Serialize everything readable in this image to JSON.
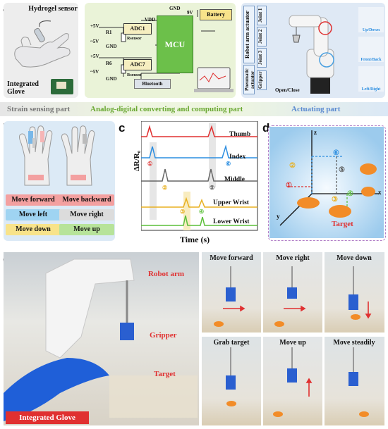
{
  "panel_a": {
    "label": "a",
    "sensor_label": "Hydrogel sensor",
    "glove_label": "Integrated Glove",
    "circuit": {
      "vdd": "VDD",
      "gnd": "GND",
      "v9": "9V",
      "battery": "Battery",
      "mcu": "MCU",
      "adc1": "ADC1",
      "adc2": "ADC7",
      "bluetooth": "Bluetooth",
      "plus5v": "+5V",
      "minus5v": "~5V",
      "r1": "R1",
      "r6": "R6",
      "rsensor": "Rsensor",
      "gnd1": "GND"
    },
    "actuator_main": "Robot arm actuator",
    "actuator_pneu": "Pneumatic actuator",
    "joints": [
      "Joint 1",
      "Joint 2",
      "Joint 3"
    ],
    "gripper": "Gripper",
    "open_close": "Open/Close",
    "arm_modes": [
      "Up/Down",
      "Front/Back",
      "Left/Right"
    ]
  },
  "section_bar": {
    "strain": "Strain sensing part",
    "adc": "Analog-digital converting and computing part",
    "act": "Actuating part"
  },
  "panel_b": {
    "label": "b",
    "moves": [
      {
        "text": "Move forward",
        "color": "#f3a0a0"
      },
      {
        "text": "Move backward",
        "color": "#f3a0a0"
      },
      {
        "text": "Move left",
        "color": "#9fd4f2"
      },
      {
        "text": "Move right",
        "color": "#dcdcdc"
      },
      {
        "text": "Move down",
        "color": "#f8e38a"
      },
      {
        "text": "Move up",
        "color": "#b7e39a"
      }
    ]
  },
  "panel_c": {
    "label": "c",
    "ylabel": "ΔR/R₀",
    "xlabel": "Time (s)",
    "traces": [
      "Thumb",
      "Index",
      "Middle",
      "Upper Wrist",
      "Lower Wrist"
    ],
    "trace_colors": [
      "#e03030",
      "#2a8de0",
      "#666666",
      "#e8b020",
      "#5cbf3a"
    ],
    "markers": [
      "①",
      "②",
      "③",
      "④",
      "⑤",
      "⑥"
    ]
  },
  "panel_d": {
    "label": "d",
    "axes": {
      "x": "x",
      "y": "y",
      "z": "z"
    },
    "target": "Target",
    "markers": [
      "①",
      "②",
      "③",
      "④",
      "⑤",
      "⑥"
    ]
  },
  "panel_e": {
    "label": "e",
    "robot_arm": "Robot arm",
    "gripper": "Gripper",
    "target": "Target",
    "glove": "Integrated Glove",
    "steps": [
      "Move forward",
      "Move right",
      "Move down",
      "Grab target",
      "Move up",
      "Move steadily"
    ]
  },
  "colors": {
    "panel_a_bg": "#f0f0f0",
    "panel_adc_bg": "#eaf3d8",
    "panel_act_bg": "#dfe9f5",
    "accent_red": "#e03030",
    "glove_blue": "#1f5fd8"
  }
}
